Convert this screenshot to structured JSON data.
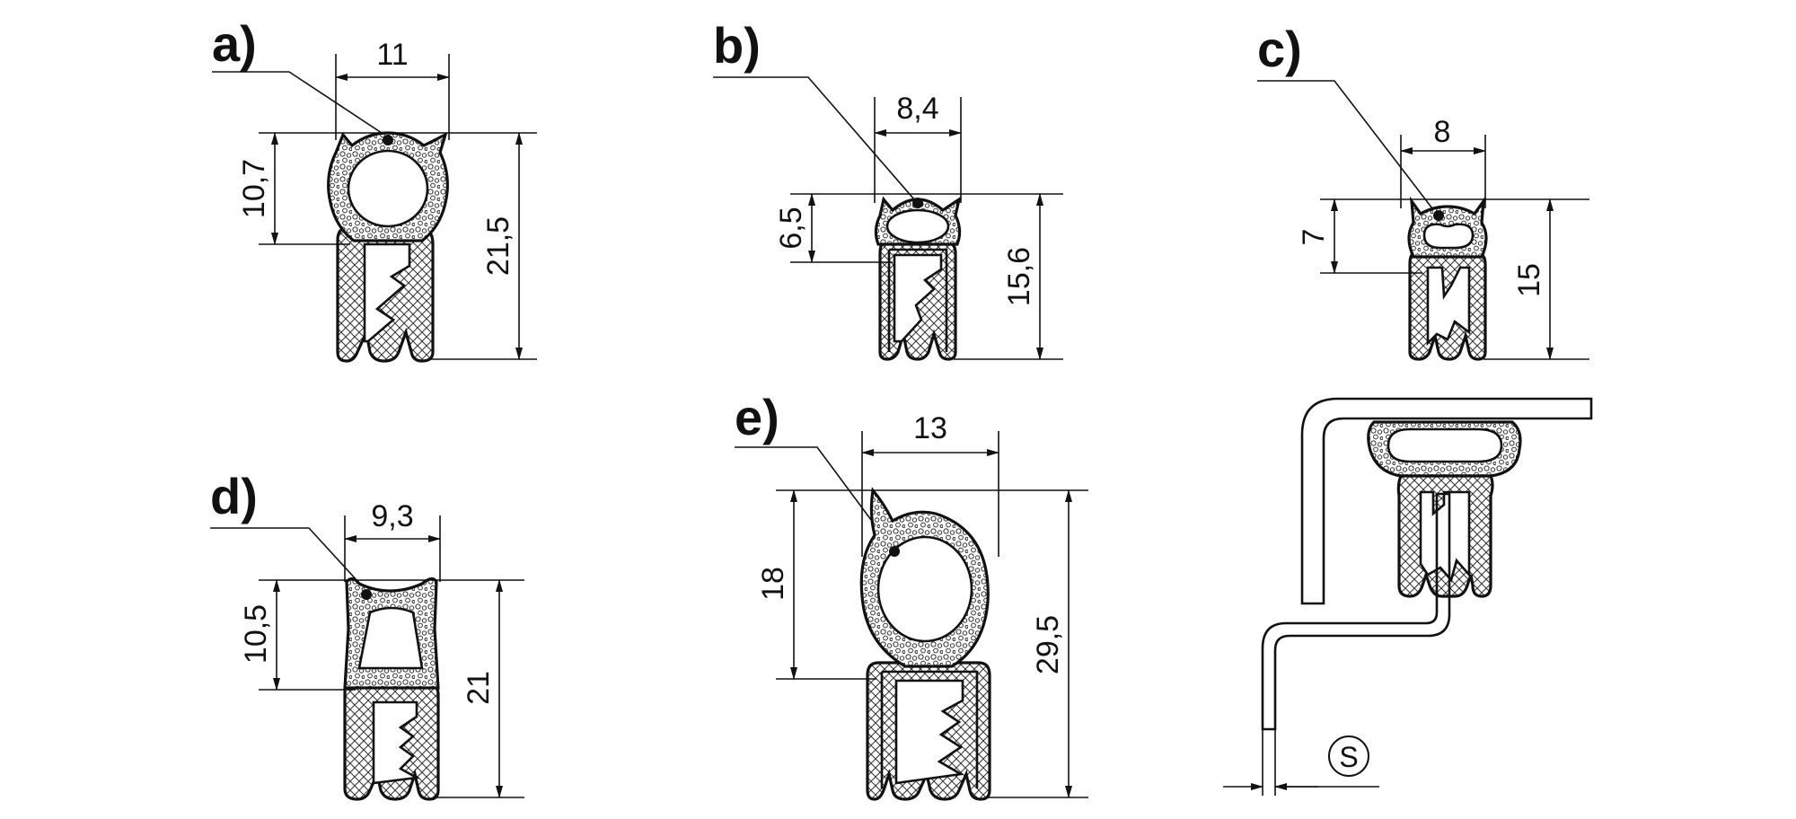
{
  "figure": {
    "profiles": [
      {
        "id": "a",
        "label": "a)",
        "width": "11",
        "bulb_height": "10,7",
        "total_height": "21,5"
      },
      {
        "id": "b",
        "label": "b)",
        "width": "8,4",
        "bulb_height": "6,5",
        "total_height": "15,6"
      },
      {
        "id": "c",
        "label": "c)",
        "width": "8",
        "bulb_height": "7",
        "total_height": "15"
      },
      {
        "id": "d",
        "label": "d)",
        "width": "9,3",
        "bulb_height": "10,5",
        "total_height": "21"
      },
      {
        "id": "e",
        "label": "e)",
        "width": "13",
        "bulb_height": "18",
        "total_height": "29,5"
      }
    ],
    "install_example": {
      "thickness_symbol": "S"
    }
  }
}
